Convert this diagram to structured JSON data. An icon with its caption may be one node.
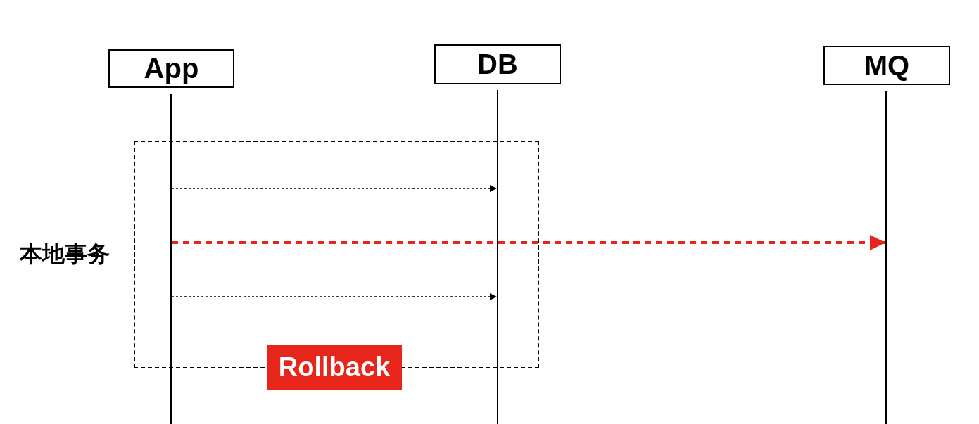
{
  "diagram": {
    "nodes": [
      {
        "text": [
          "App"
        ]
      },
      {
        "text": [
          "DB"
        ]
      },
      {
        "text": [
          "MQ"
        ]
      },
      {
        "text": [
          "Rollback"
        ]
      },
      {
        "text": [],
        "shape": "line"
      },
      {
        "text": [],
        "shape": "line"
      },
      {
        "text": [],
        "shape": "line"
      }
    ],
    "edges": [
      {
        "from": 4,
        "to": 5,
        "arrow": "to"
      },
      {
        "from": 4,
        "to": 6,
        "arrow": "to",
        "style": "dashed",
        "color": "#e8251b"
      },
      {
        "from": 4,
        "to": 5,
        "arrow": "to"
      }
    ],
    "labels": [
      "本地事务"
    ]
  }
}
